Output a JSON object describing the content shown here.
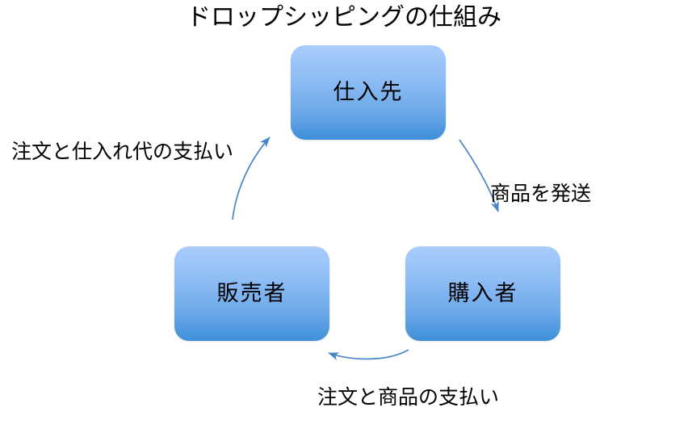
{
  "diagram": {
    "title": "ドロップシッピングの仕組み",
    "type": "cycle-flow",
    "colors": {
      "node_fill_top": "#a9cdfb",
      "node_fill_bottom": "#3d8fd8",
      "arrow_stroke": "#4a86c8",
      "text": "#000000",
      "background": "#ffffff"
    },
    "nodes": [
      {
        "id": "supplier",
        "label": "仕入先"
      },
      {
        "id": "seller",
        "label": "販売者"
      },
      {
        "id": "buyer",
        "label": "購入者"
      }
    ],
    "edges": [
      {
        "id": "seller-to-supplier",
        "label": "注文と仕入れ代の支払い",
        "from": "seller",
        "to": "supplier"
      },
      {
        "id": "supplier-to-buyer",
        "label": "商品を発送",
        "from": "supplier",
        "to": "buyer"
      },
      {
        "id": "buyer-to-seller",
        "label": "注文と商品の支払い",
        "from": "buyer",
        "to": "seller"
      }
    ]
  }
}
